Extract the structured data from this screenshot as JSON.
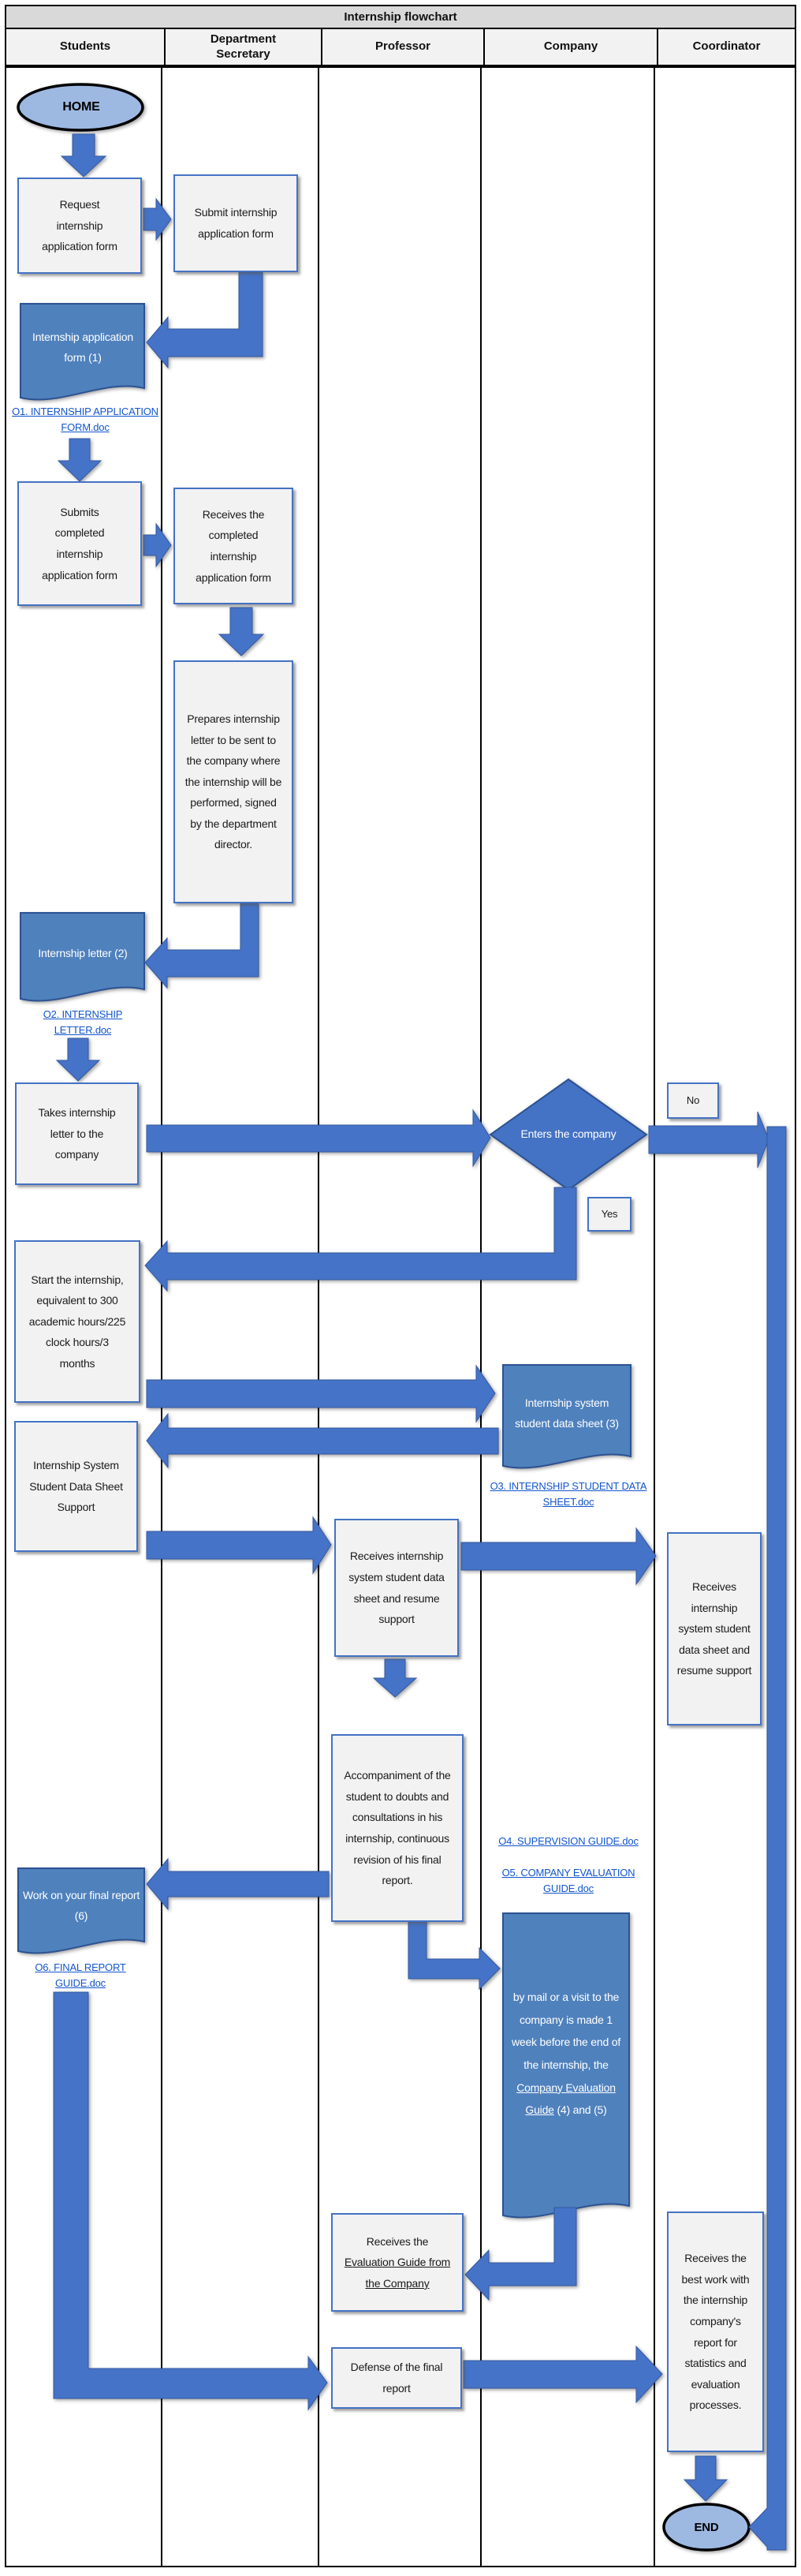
{
  "title": "Internship flowchart",
  "lanes": [
    "Students",
    "Department Secretary",
    "Professor",
    "Company",
    "Coordinator"
  ],
  "colors": {
    "arrow": "#4573C7",
    "doc_fill": "#4F81BD",
    "diamond_fill": "#4472C4",
    "terminal_fill": "#9DB9E2",
    "box_fill": "#F2F2F2",
    "box_border": "#4472C4",
    "link_blue": "#1255CC",
    "title_bar": "#D9D9D9",
    "header_bar": "#F2F2F2"
  },
  "nodes": {
    "home": "HOME",
    "request_form": "Request internship application form",
    "submit_form": "Submit internship application form",
    "app_form_doc": "Internship application form (1)",
    "o1_link": "O1. INTERNSHIP APPLICATION FORM.doc",
    "submits_completed": "Submits completed internship application form",
    "receives_completed": "Receives the completed internship application form",
    "prepares_letter": "Prepares internship letter to be sent to the company where the internship will be performed, signed by the department director.",
    "letter_doc": "Internship letter (2)",
    "o2_link": "O2. INTERNSHIP LETTER.doc",
    "takes_letter": "Takes internship letter to the company",
    "enters_company": "Enters the company",
    "no_label": "No",
    "yes_label": "Yes",
    "start_internship": "Start the internship, equivalent to 300 academic hours/225 clock hours/3 months",
    "datasheet_doc": "Internship system student data sheet (3)",
    "o3_link": "O3. INTERNSHIP STUDENT DATA SHEET.doc",
    "support_box": "Internship System Student Data Sheet Support",
    "prof_receives": "Receives internship system student data sheet and resume support",
    "coord_receives": "Receives internship system student data sheet and resume support",
    "accompaniment": "Accompaniment of the student to doubts and consultations in his internship, continuous revision of his final report.",
    "final_report_doc": "Work on your final report (6)",
    "o6_link": "O6. FINAL REPORT GUIDE.doc",
    "o4_link": "O4. SUPERVISION GUIDE.doc",
    "o5_link": "O5. COMPANY EVALUATION GUIDE.doc",
    "mail_doc_prefix": "by mail or a visit to the company is made 1 week before the end of the internship, the ",
    "mail_doc_link": "Company Evaluation Guide",
    "mail_doc_suffix": " (4) and (5)",
    "receives_eval_prefix": "Receives the ",
    "receives_eval_link": "Evaluation Guide from the Company",
    "defense": "Defense of the final report",
    "best_work": "Receives the best work with the internship company's report for statistics and evaluation processes.",
    "end": "END"
  }
}
